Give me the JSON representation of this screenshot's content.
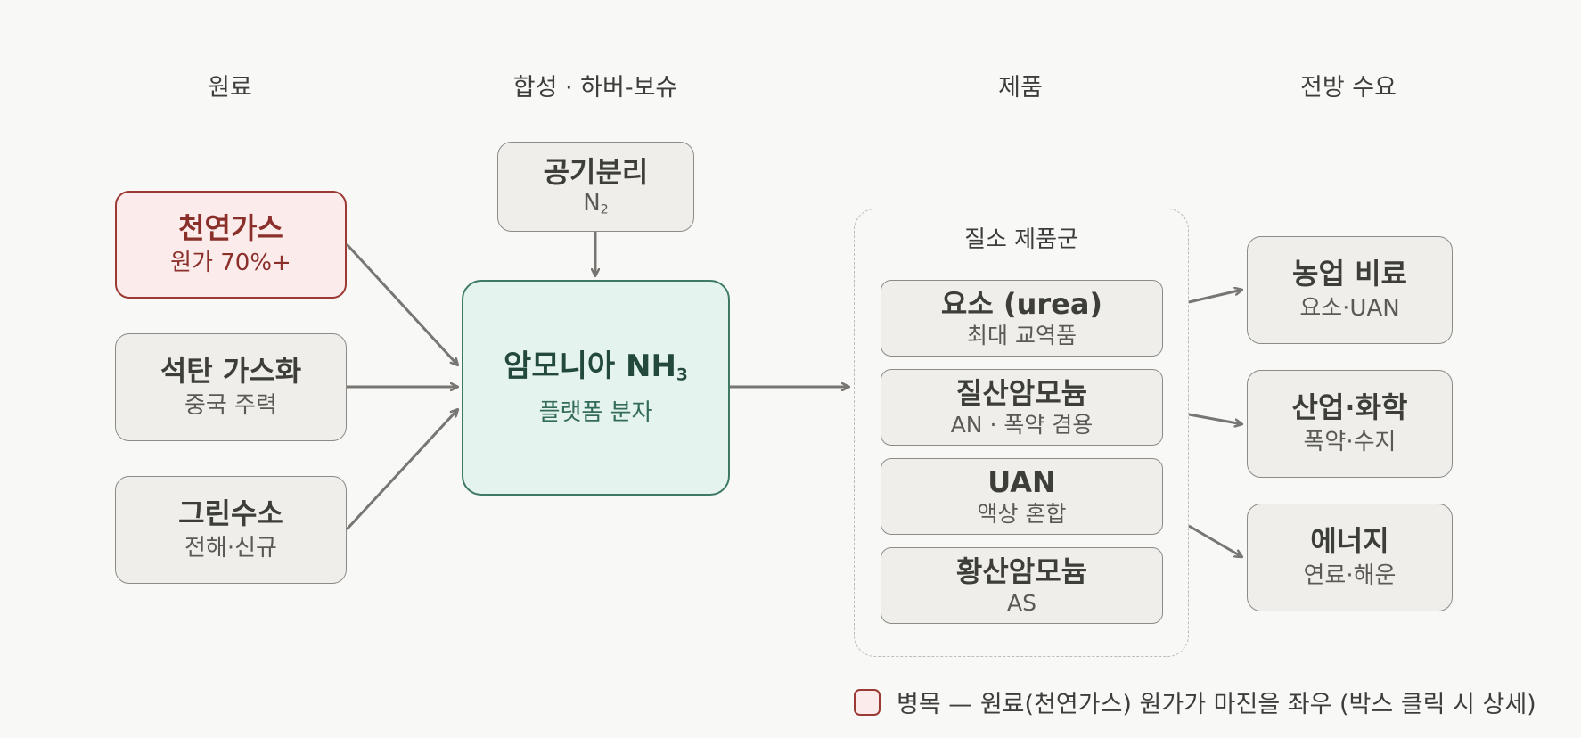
{
  "columns": {
    "raw": "원료",
    "synthesis": "합성 · 하버-보슈",
    "product": "제품",
    "demand": "전방 수요"
  },
  "raw": [
    {
      "title": "천연가스",
      "sub": "원가 70%+",
      "bottleneck": true
    },
    {
      "title": "석탄 가스화",
      "sub": "중국 주력",
      "bottleneck": false
    },
    {
      "title": "그린수소",
      "sub": "전해·신규",
      "bottleneck": false
    }
  ],
  "air": {
    "title": "공기분리",
    "sub_main": "N",
    "sub_index": "2"
  },
  "core": {
    "title_main": "암모니아 NH",
    "title_index": "3",
    "sub": "플랫폼 분자"
  },
  "group": {
    "label": "질소 제품군"
  },
  "products": [
    {
      "title": "요소 (urea)",
      "sub": "최대 교역품"
    },
    {
      "title": "질산암모늄",
      "sub": "AN · 폭약 겸용"
    },
    {
      "title": "UAN",
      "sub": "액상 혼합"
    },
    {
      "title": "황산암모늄",
      "sub": "AS"
    }
  ],
  "demand": [
    {
      "title": "농업 비료",
      "sub": "요소·UAN"
    },
    {
      "title": "산업·화학",
      "sub": "폭약·수지"
    },
    {
      "title": "에너지",
      "sub": "연료·해운"
    }
  ],
  "legend": {
    "text": "병목 — 원료(천연가스) 원가가 마진을 좌우 (박스 클릭 시 상세)"
  },
  "colors": {
    "bottleneck_fill": "#fbeceb",
    "bottleneck_border": "#9b3a35",
    "core_fill": "#e4f3ee",
    "core_border": "#3d7a64",
    "node_fill": "#efeeea",
    "arrow": "#777672"
  }
}
